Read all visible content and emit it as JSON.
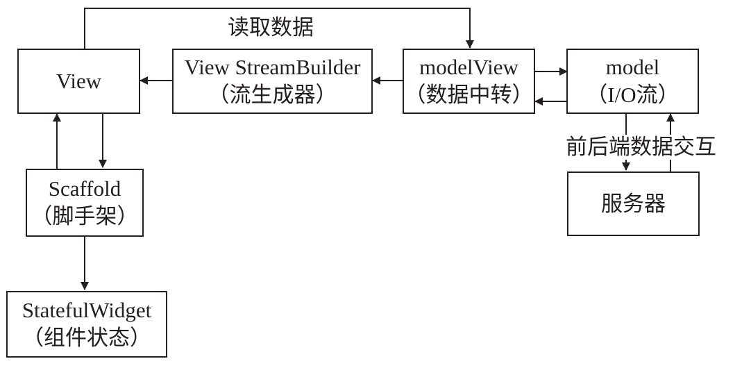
{
  "nodes": {
    "view": {
      "line1": "View"
    },
    "stream_builder": {
      "line1": "View StreamBuilder",
      "line2": "（流生成器）"
    },
    "model_view": {
      "line1": "modelView",
      "line2": "（数据中转）"
    },
    "model": {
      "line1": "model",
      "line2": "（I/O流）"
    },
    "scaffold": {
      "line1": "Scaffold",
      "line2": "（脚手架）"
    },
    "stateful_widget": {
      "line1": "StatefulWidget",
      "line2": "（组件状态）"
    },
    "server": {
      "line1": "服务器"
    }
  },
  "edge_labels": {
    "read_data": "读取数据",
    "frontend_backend": "前后端数据交互"
  },
  "colors": {
    "stroke": "#231f20",
    "background": "#ffffff"
  }
}
